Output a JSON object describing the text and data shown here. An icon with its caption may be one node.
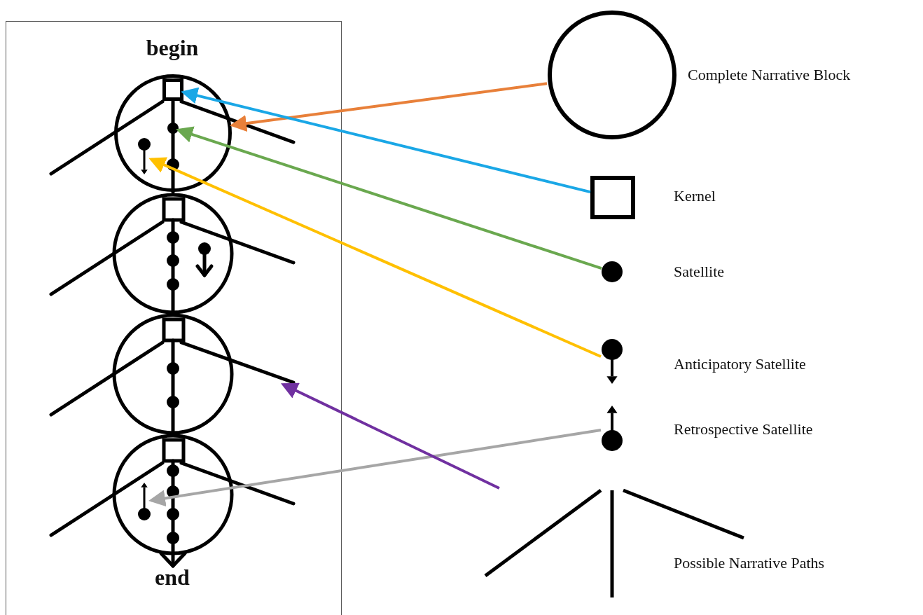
{
  "diagram": {
    "nodes": [
      {
        "text": [],
        "shape": "circle"
      },
      {
        "text": [],
        "shape": "box",
        "in": 0
      },
      {
        "text": [],
        "shape": "circle",
        "in": 0
      },
      {
        "text": [],
        "shape": "circle",
        "in": 0
      },
      {
        "text": [],
        "shape": "line"
      },
      {
        "text": [],
        "shape": "circle"
      },
      {
        "text": [],
        "shape": "circle",
        "beside": [
          "Complete Narrative Block"
        ]
      },
      {
        "text": [],
        "shape": "box",
        "beside": [
          "Kernel"
        ]
      },
      {
        "text": [],
        "shape": "circle",
        "beside": [
          "Satellite"
        ]
      },
      {
        "text": [],
        "shape": "circle",
        "beside": [
          "Anticipatory Satellite"
        ]
      },
      {
        "text": [],
        "shape": "circle",
        "beside": [
          "Retrospective Satellite"
        ]
      },
      {
        "text": [],
        "shape": "line",
        "beside": [
          "Possible Narrative Paths"
        ]
      }
    ],
    "edges": [
      {
        "from": 6,
        "to": 0,
        "arrow": "to",
        "color": "#e8803a"
      },
      {
        "from": 7,
        "to": 1,
        "arrow": "to",
        "color": "#1aa7e6"
      },
      {
        "from": 8,
        "to": 2,
        "arrow": "to",
        "color": "#6aa84f"
      },
      {
        "from": 9,
        "to": 3,
        "arrow": "to",
        "color": "#ffc000"
      },
      {
        "from": 10,
        "to": 5,
        "arrow": "to",
        "color": "#a6a6a6"
      },
      {
        "from": 11,
        "to": 4,
        "arrow": "to",
        "color": "#7030a0"
      }
    ],
    "labels": [
      "begin",
      "end"
    ]
  }
}
